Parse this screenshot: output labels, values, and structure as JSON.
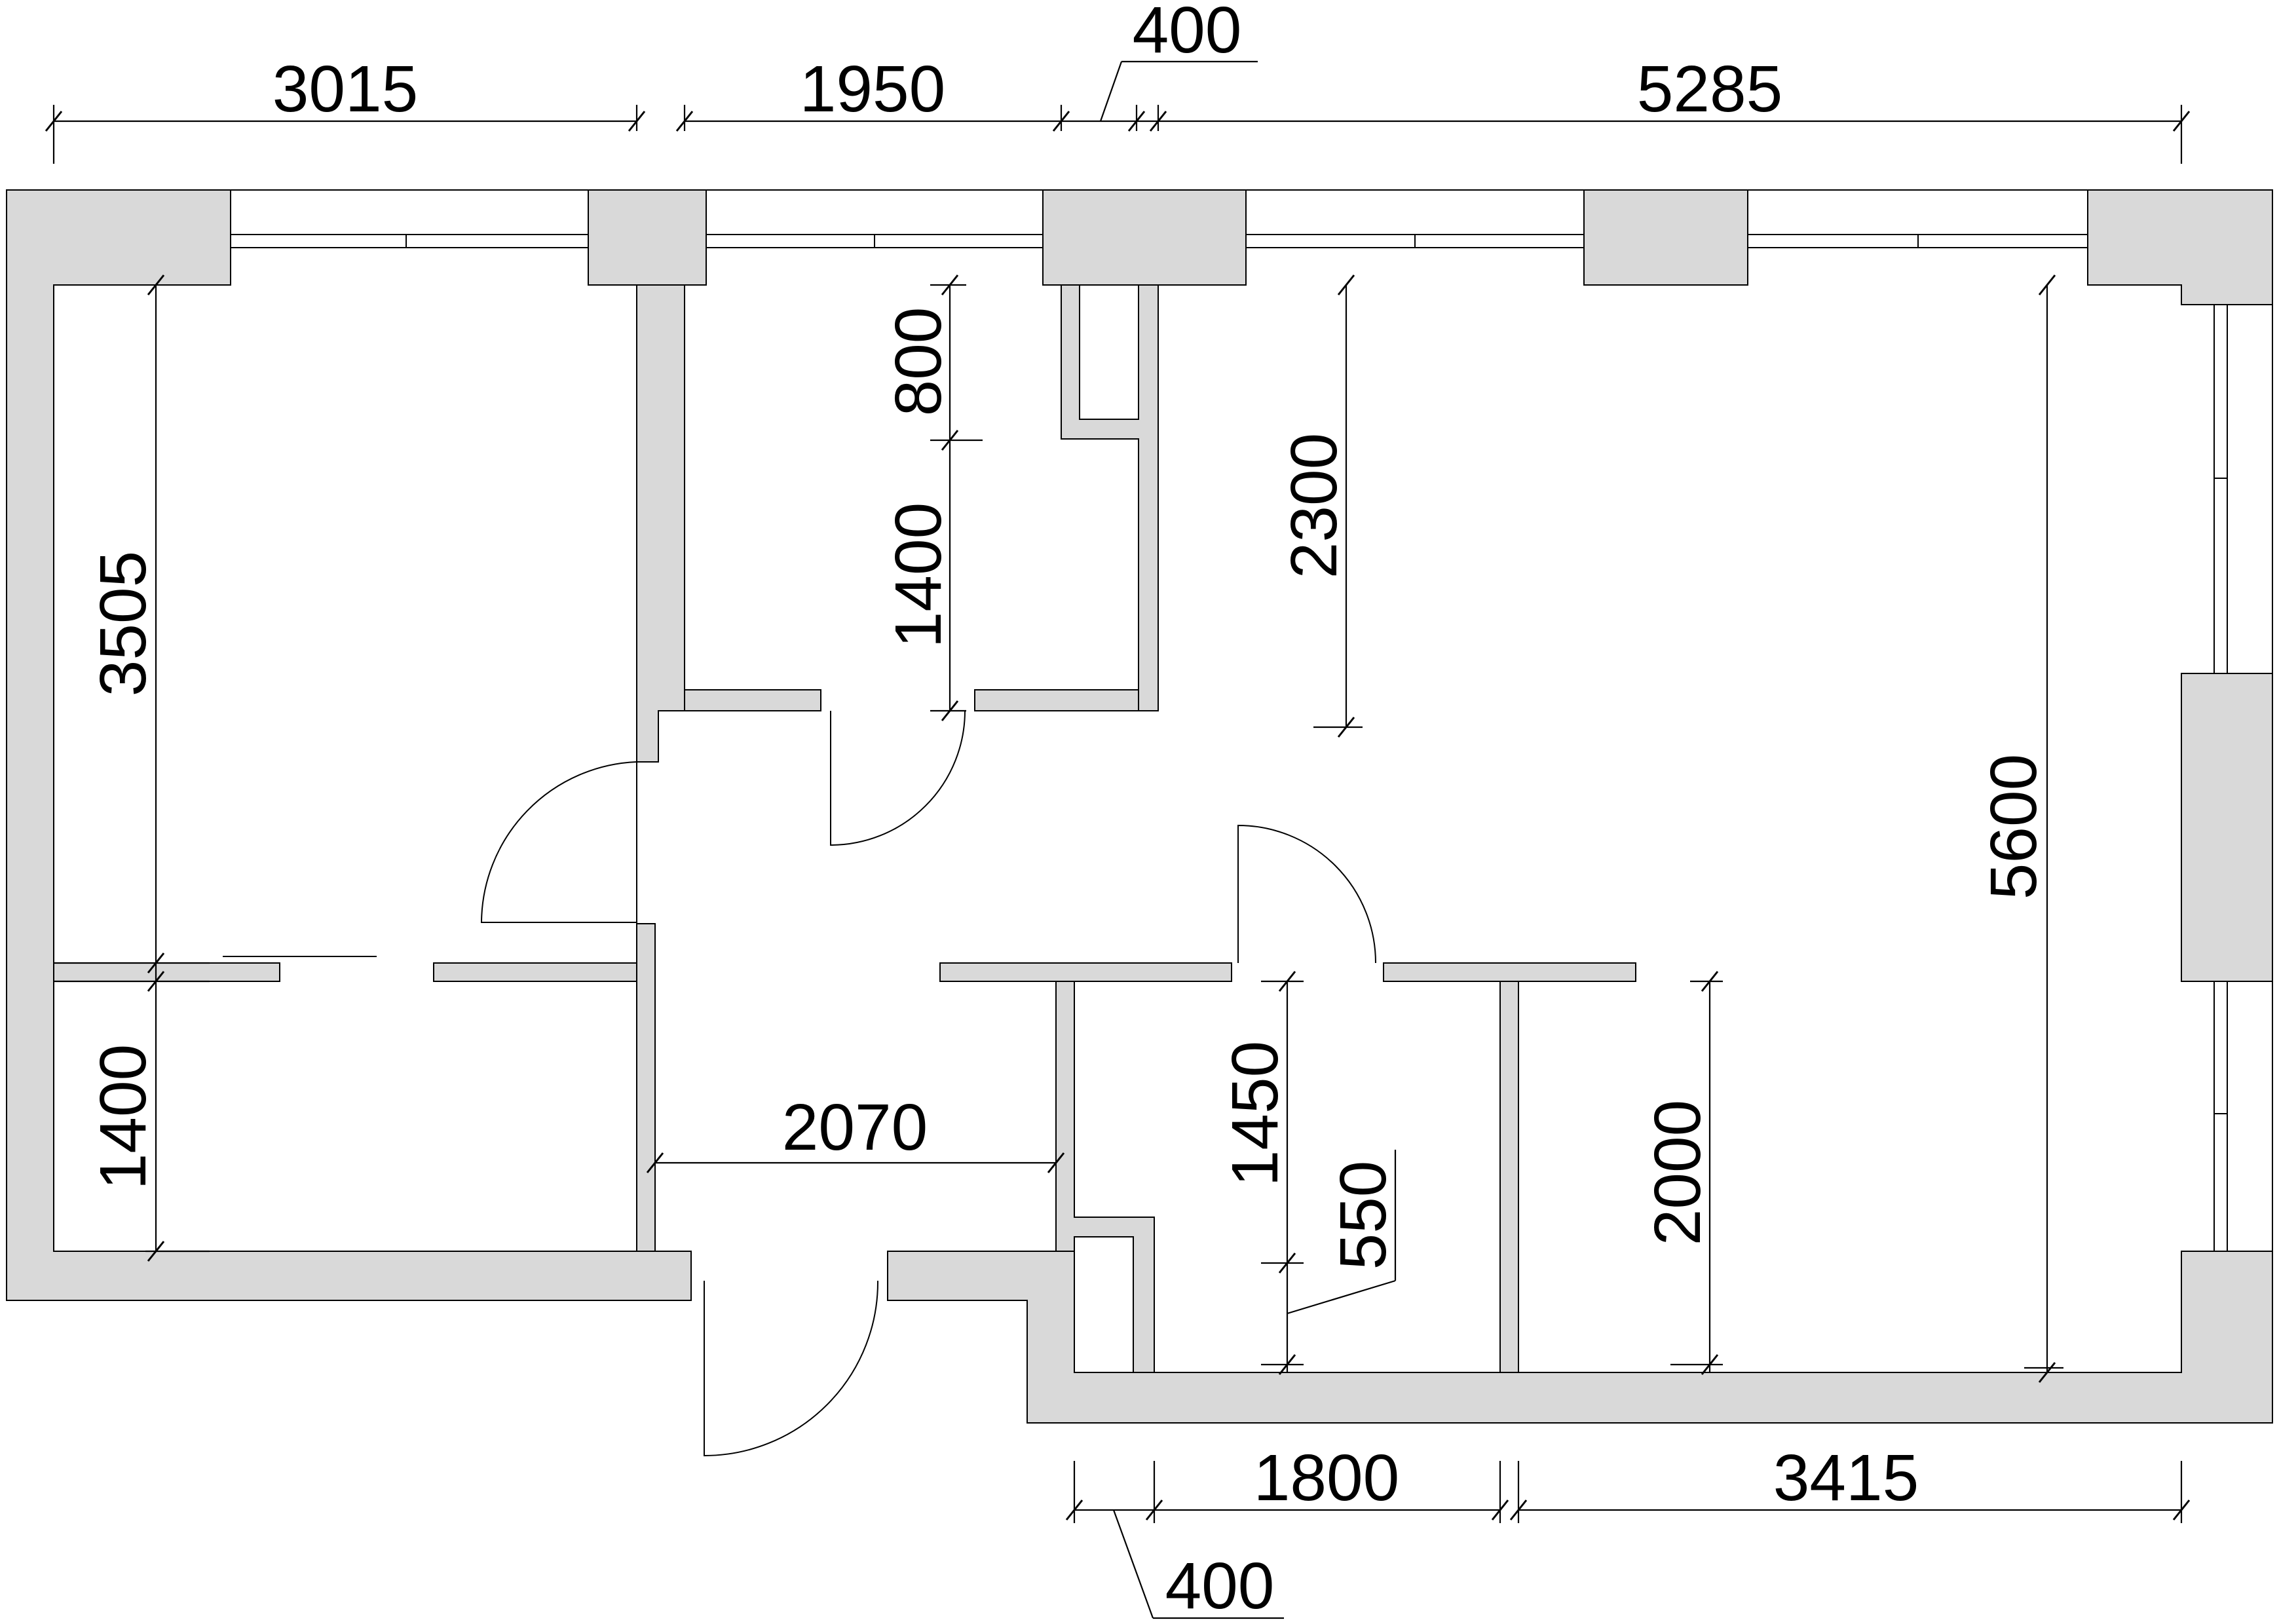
{
  "plan": {
    "colors": {
      "wall_fill": "#d9d9d9",
      "line": "#000000",
      "background": "#ffffff"
    }
  },
  "dimensions": {
    "top": [
      "3015",
      "1950",
      "400",
      "5285"
    ],
    "bottom": [
      "1800",
      "3415",
      "400"
    ],
    "left_room_height": "3505",
    "left_room_lower": "1400",
    "bath_upper": "800",
    "bath_lower": "1400",
    "living_depth": "2300",
    "living_total": "5600",
    "corridor_width": "2070",
    "closet_height": "1450",
    "closet_offset": "550",
    "room_height": "2000"
  }
}
